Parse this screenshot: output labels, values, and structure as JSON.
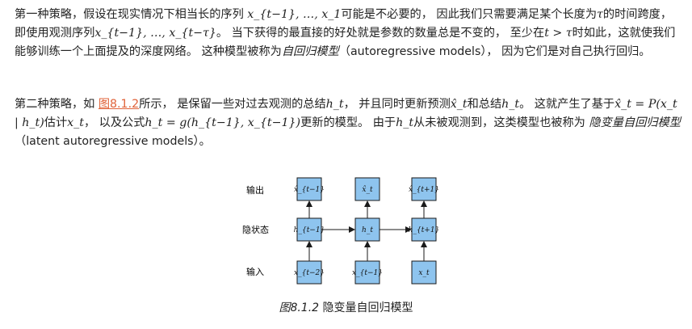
{
  "p1": {
    "t1": "第一种策略，假设在现实情况下相当长的序列 ",
    "m1": "x_{t−1}, …, x_1",
    "t2": "可能是不必要的， 因此我们只需要满足某个长度为",
    "m2": "τ",
    "t3": "的时间跨度， 即使用观测序列",
    "m3": "x_{t−1}, …, x_{t−τ}",
    "t4": "。 当下获得的最直接的好处就是参数的数量总是不变的， 至少在",
    "m4": "t > τ",
    "t5": "时如此，这就使我们能够训练一个上面提及的深度网络。 这种模型被称为",
    "term": "自回归模型",
    "t6": "（autoregressive models）， 因为它们是对自己执行回归。"
  },
  "p2": {
    "t1": "第二种策略，如 ",
    "link": "图8.1.2",
    "t2": "所示， 是保留一些对过去观测的总结",
    "m1": "h_t",
    "t3": "， 并且同时更新预测",
    "m2": "x̂_t",
    "t4": "和总结",
    "m3": "h_t",
    "t5": "。 这就产生了基于",
    "m4": "x̂_t = P(x_t | h_t)",
    "t6": "估计",
    "m5": "x_t",
    "t7": "， 以及公式",
    "m6": "h_t = g(h_{t−1}, x_{t−1})",
    "t8": "更新的模型。 由于",
    "m7": "h_t",
    "t9": "从未被观测到，这类模型也被称为 ",
    "term": "隐变量自回归模型",
    "t10": "（latent autoregressive models）。"
  },
  "diagram": {
    "row_labels": {
      "output": "输出",
      "hidden": "隐状态",
      "input": "输入"
    },
    "outputs": [
      "x̂_{t−1}",
      "x̂_t",
      "x̂_{t+1}"
    ],
    "hidden": [
      "h_{t−1}",
      "h_t",
      "h_{t+1}"
    ],
    "inputs": [
      "x_{t−2}",
      "x_{t−1}",
      "x_t"
    ],
    "colors": {
      "fill": "#8ec4ee",
      "stroke": "#1a1a1a",
      "arrow": "#1a1a1a"
    }
  },
  "caption": {
    "label": "图8.1.2",
    "text": " 隐变量自回归模型"
  }
}
